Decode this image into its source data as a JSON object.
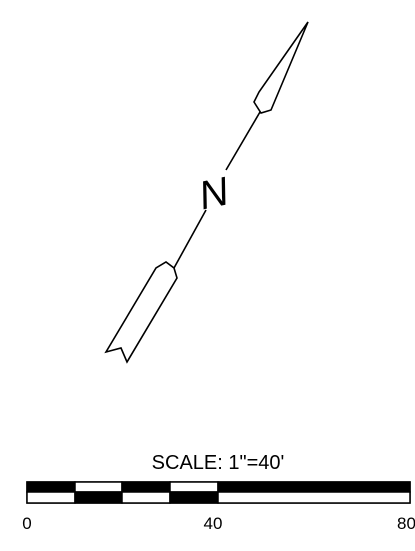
{
  "north_arrow": {
    "letter": "N",
    "icon": "north-arrow-icon"
  },
  "scale": {
    "title": "SCALE: 1\"=40'",
    "ticks": [
      "0",
      "40",
      "80"
    ]
  },
  "colors": {
    "ink": "#000000",
    "paper": "#ffffff"
  }
}
